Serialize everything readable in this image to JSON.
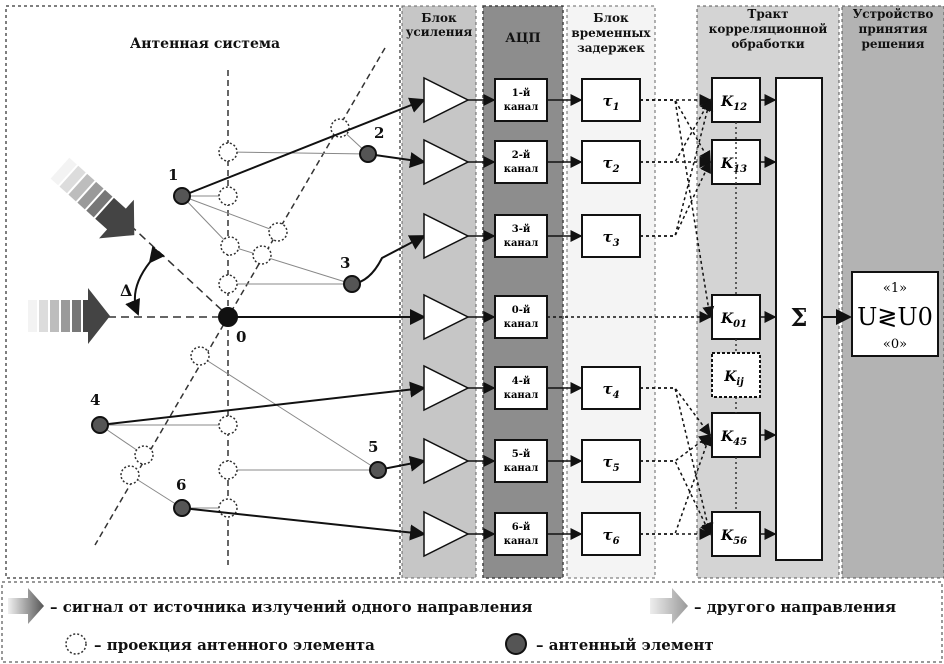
{
  "header": {
    "antenna": "Антенная система",
    "amp": [
      "Блок",
      "усиления"
    ],
    "adc": "АЦП",
    "delay": [
      "Блок",
      "временных",
      "задержек"
    ],
    "corr": [
      "Тракт",
      "корреляционной",
      "обработки"
    ],
    "decision": [
      "Устройство",
      "принятия",
      "решения"
    ]
  },
  "elements": [
    "1",
    "2",
    "3",
    "0",
    "4",
    "5",
    "6"
  ],
  "delta": "Δ",
  "channels": [
    [
      "1-й",
      "канал"
    ],
    [
      "2-й",
      "канал"
    ],
    [
      "3-й",
      "канал"
    ],
    [
      "0-й",
      "канал"
    ],
    [
      "4-й",
      "канал"
    ],
    [
      "5-й",
      "канал"
    ],
    [
      "6-й",
      "канал"
    ]
  ],
  "delays": [
    "τ1",
    "τ2",
    "τ3",
    "",
    "τ4",
    "τ5",
    "τ6"
  ],
  "correlators": [
    "K12",
    "K13",
    "K01",
    "Kij",
    "K45",
    "K56"
  ],
  "sum": "Σ",
  "decision_rule": {
    "top": "«1»",
    "main": "U≷U0",
    "bottom": "«0»"
  },
  "legend": {
    "signal1": "– сигнал от источника излучений одного направления",
    "signal2": "– другого направления",
    "projection": "– проекция антенного элемента",
    "element": "– антенный элемент"
  }
}
